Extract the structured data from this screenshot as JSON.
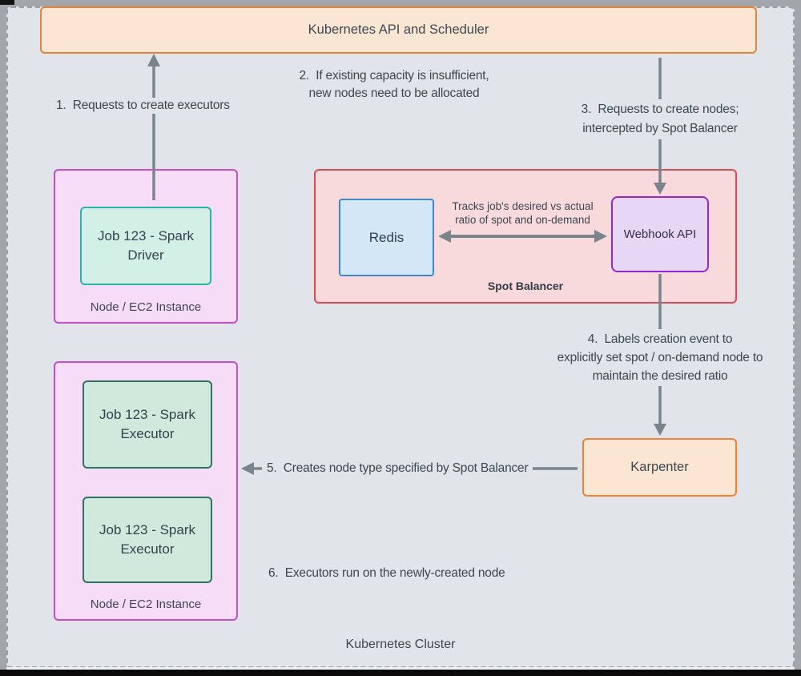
{
  "cluster": {
    "label": "Kubernetes Cluster"
  },
  "nodes": {
    "kube_api": {
      "label": "Kubernetes API and Scheduler"
    },
    "driver_node": {
      "pod_label": "Job 123 - Spark\nDriver",
      "node_label": "Node / EC2 Instance"
    },
    "spot_balancer": {
      "title": "Spot Balancer",
      "redis_label": "Redis",
      "webhook_label": "Webhook API",
      "note": "Tracks job's desired vs actual\nratio of spot and on-demand"
    },
    "karpenter": {
      "label": "Karpenter"
    },
    "executor_node": {
      "pod1_label": "Job 123 - Spark\nExecutor",
      "pod2_label": "Job 123 - Spark\nExecutor",
      "node_label": "Node / EC2 Instance"
    }
  },
  "annotations": {
    "step1": "1.  Requests to create executors",
    "step2": "2.  If existing capacity is insufficient,\nnew nodes need to be allocated",
    "step3": "3.  Requests to create nodes;\nintercepted by Spot Balancer",
    "step4": "4.  Labels creation event to\nexplicitly set spot / on-demand node to\nmaintain the desired ratio",
    "step5": "5.  Creates node type specified by Spot Balancer",
    "step6": "6.  Executors run on the newly-created node"
  },
  "colors": {
    "canvas": "#e1e4e9",
    "frame": "#a2a5aa",
    "arrow": "#7b848d",
    "text": "#3d4753",
    "orange_border": "#e8833c",
    "orange_fill": "#fbe6d4",
    "red_border": "#d44d57",
    "red_fill": "#f8d9dc",
    "magenta_border": "#c44dc9",
    "magenta_fill": "#f6dcf6",
    "teal_border": "#2ab4a4",
    "teal_fill": "#d3f0e7",
    "green_border": "#2e7560",
    "green_fill": "#d1e8dc",
    "blue_border": "#4186c6",
    "blue_fill": "#d4e7f6",
    "purple_border": "#9227cd",
    "purple_fill": "#e7d7f5"
  }
}
